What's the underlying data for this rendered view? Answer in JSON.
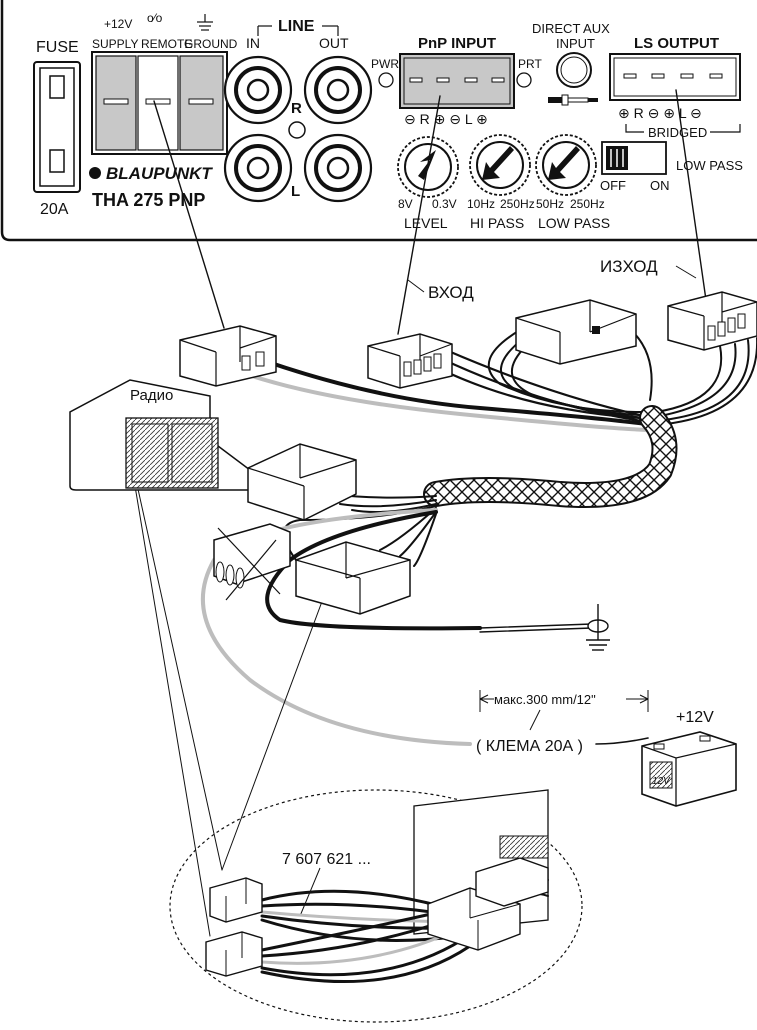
{
  "panel": {
    "fuse_label": "FUSE",
    "fuse_rating": "20A",
    "supply_label": "+12V",
    "supply_label2": "SUPPLY",
    "remote_label": "REMOTE",
    "ground_label": "GROUND",
    "brand": "BLAUPUNKT",
    "model": "THA 275 PNP",
    "line_label": "LINE",
    "line_in": "IN",
    "line_out": "OUT",
    "channel_r": "R",
    "channel_l": "L",
    "pnp_input": "PnP INPUT",
    "pwr_label": "PWR",
    "prt_label": "PRT",
    "pnp_sub": "⊖ R ⊕   ⊖ L ⊕",
    "direct_aux1": "DIRECT AUX",
    "direct_aux2": "INPUT",
    "ls_output": "LS OUTPUT",
    "ls_sub": "⊕ R ⊖   ⊕ L ⊖",
    "bridged": "BRIDGED",
    "level_min": "8V",
    "level_max": "0.3V",
    "level_label": "LEVEL",
    "hipass_min": "10Hz",
    "hipass_max": "250Hz",
    "hipass_label": "HI PASS",
    "lowpass_min": "50Hz",
    "lowpass_max": "250Hz",
    "lowpass_label": "LOW PASS",
    "switch_off": "OFF",
    "switch_on": "ON",
    "switch_label": "LOW PASS"
  },
  "labels": {
    "input": "ВХОД",
    "output": "ИЗХОД",
    "radio": "Радио",
    "max_length": "макс.300 mm/12\"",
    "fuse_clamp": "( КЛЕМА 20А )",
    "battery": "+12V",
    "battery_inner": "12V",
    "part_number": "7 607 621 ..."
  }
}
